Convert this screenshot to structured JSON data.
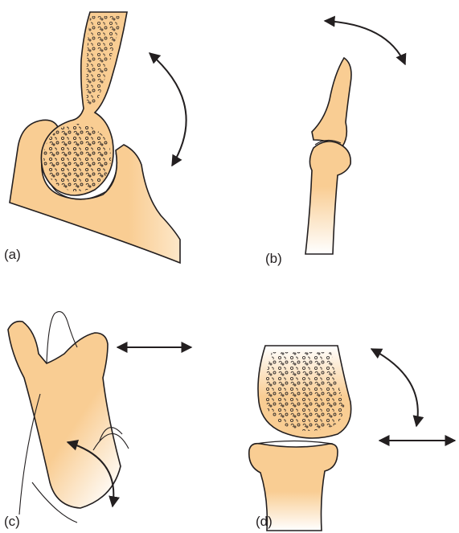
{
  "panels": [
    {
      "id": "a",
      "label": "(a)"
    },
    {
      "id": "b",
      "label": "(b)"
    },
    {
      "id": "c",
      "label": "(c)"
    },
    {
      "id": "d",
      "label": "(d)"
    }
  ],
  "colors": {
    "bone_fill": "#f9cd93",
    "bone_fade": "#ffffff",
    "outline": "#231f20",
    "arrow": "#231f20"
  }
}
